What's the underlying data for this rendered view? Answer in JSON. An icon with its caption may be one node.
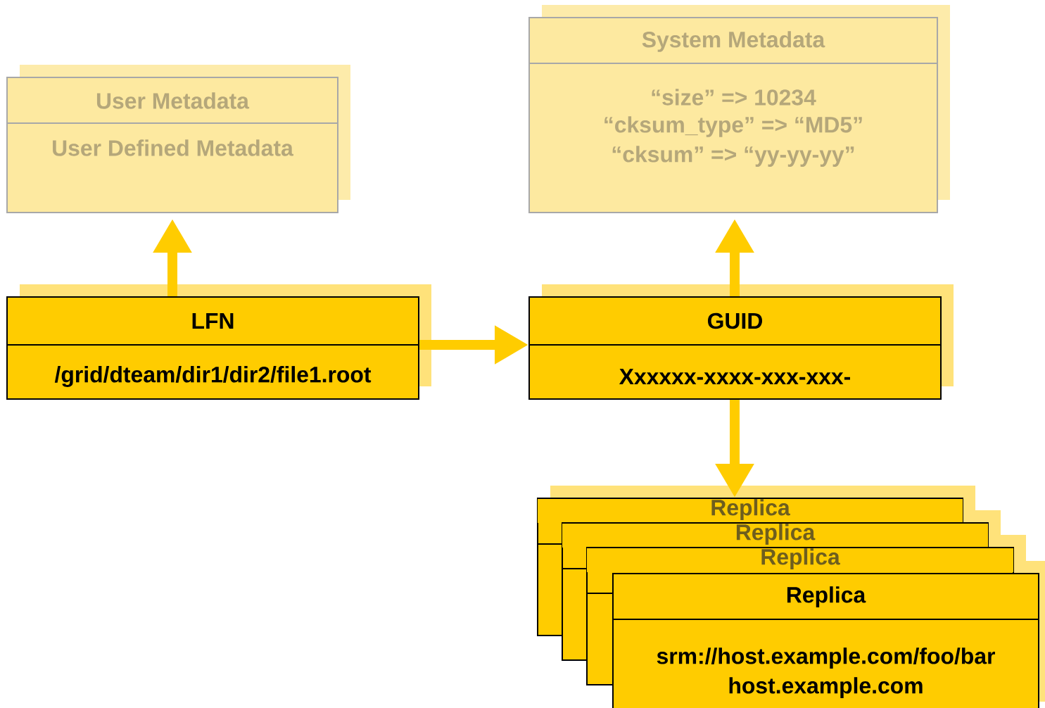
{
  "diagram": {
    "nodes": [
      {
        "text": [
          "User Metadata",
          "User Defined Metadata"
        ]
      },
      {
        "text": [
          "System Metadata",
          "“size” => 10234",
          "“cksum_type” => “MD5”",
          "“cksum” => “yy-yy-yy”"
        ]
      },
      {
        "text": [
          "LFN",
          "/grid/dteam/dir1/dir2/file1.root"
        ]
      },
      {
        "text": [
          "GUID",
          "Xxxxxx-xxxx-xxx-xxx-"
        ]
      },
      {
        "text": [
          "Replica"
        ]
      },
      {
        "text": [
          "Replica"
        ]
      },
      {
        "text": [
          "Replica"
        ]
      },
      {
        "text": [
          "Replica",
          "srm://host.example.com/foo/bar",
          "host.example.com"
        ]
      }
    ],
    "edges": [
      {
        "from": 2,
        "to": 0,
        "arrow": "to"
      },
      {
        "from": 2,
        "to": 3,
        "arrow": "to"
      },
      {
        "from": 3,
        "to": 1,
        "arrow": "to"
      },
      {
        "from": 3,
        "to": 4,
        "arrow": "to"
      }
    ]
  }
}
